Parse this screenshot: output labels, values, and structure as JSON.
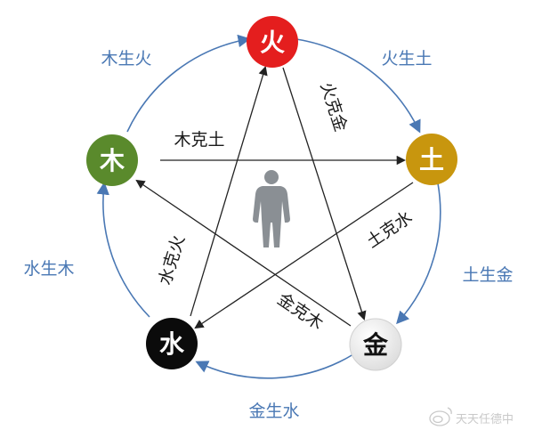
{
  "nodes": {
    "fire": {
      "label": "火",
      "color": "#e41e1e"
    },
    "earth": {
      "label": "土",
      "color": "#c8960e"
    },
    "metal": {
      "label": "金",
      "color": "#f2f2f2"
    },
    "water": {
      "label": "水",
      "color": "#0b0b0b"
    },
    "wood": {
      "label": "木",
      "color": "#5a8a2c"
    }
  },
  "generation": {
    "wood_fire": "木生火",
    "fire_earth": "火生土",
    "earth_metal": "土生金",
    "metal_water": "金生水",
    "water_wood": "水生木"
  },
  "control": {
    "wood_earth": "木克土",
    "fire_metal": "火克金",
    "earth_water": "土克水",
    "metal_wood": "金克木",
    "water_fire": "水克火"
  },
  "colors": {
    "generation_arrow": "#4a78b4",
    "control_arrow": "#222222",
    "human_figure": "#8a8f94"
  },
  "center_icon": "human-figure",
  "watermark": {
    "icon": "weibo-icon",
    "text": "天天任德中"
  }
}
